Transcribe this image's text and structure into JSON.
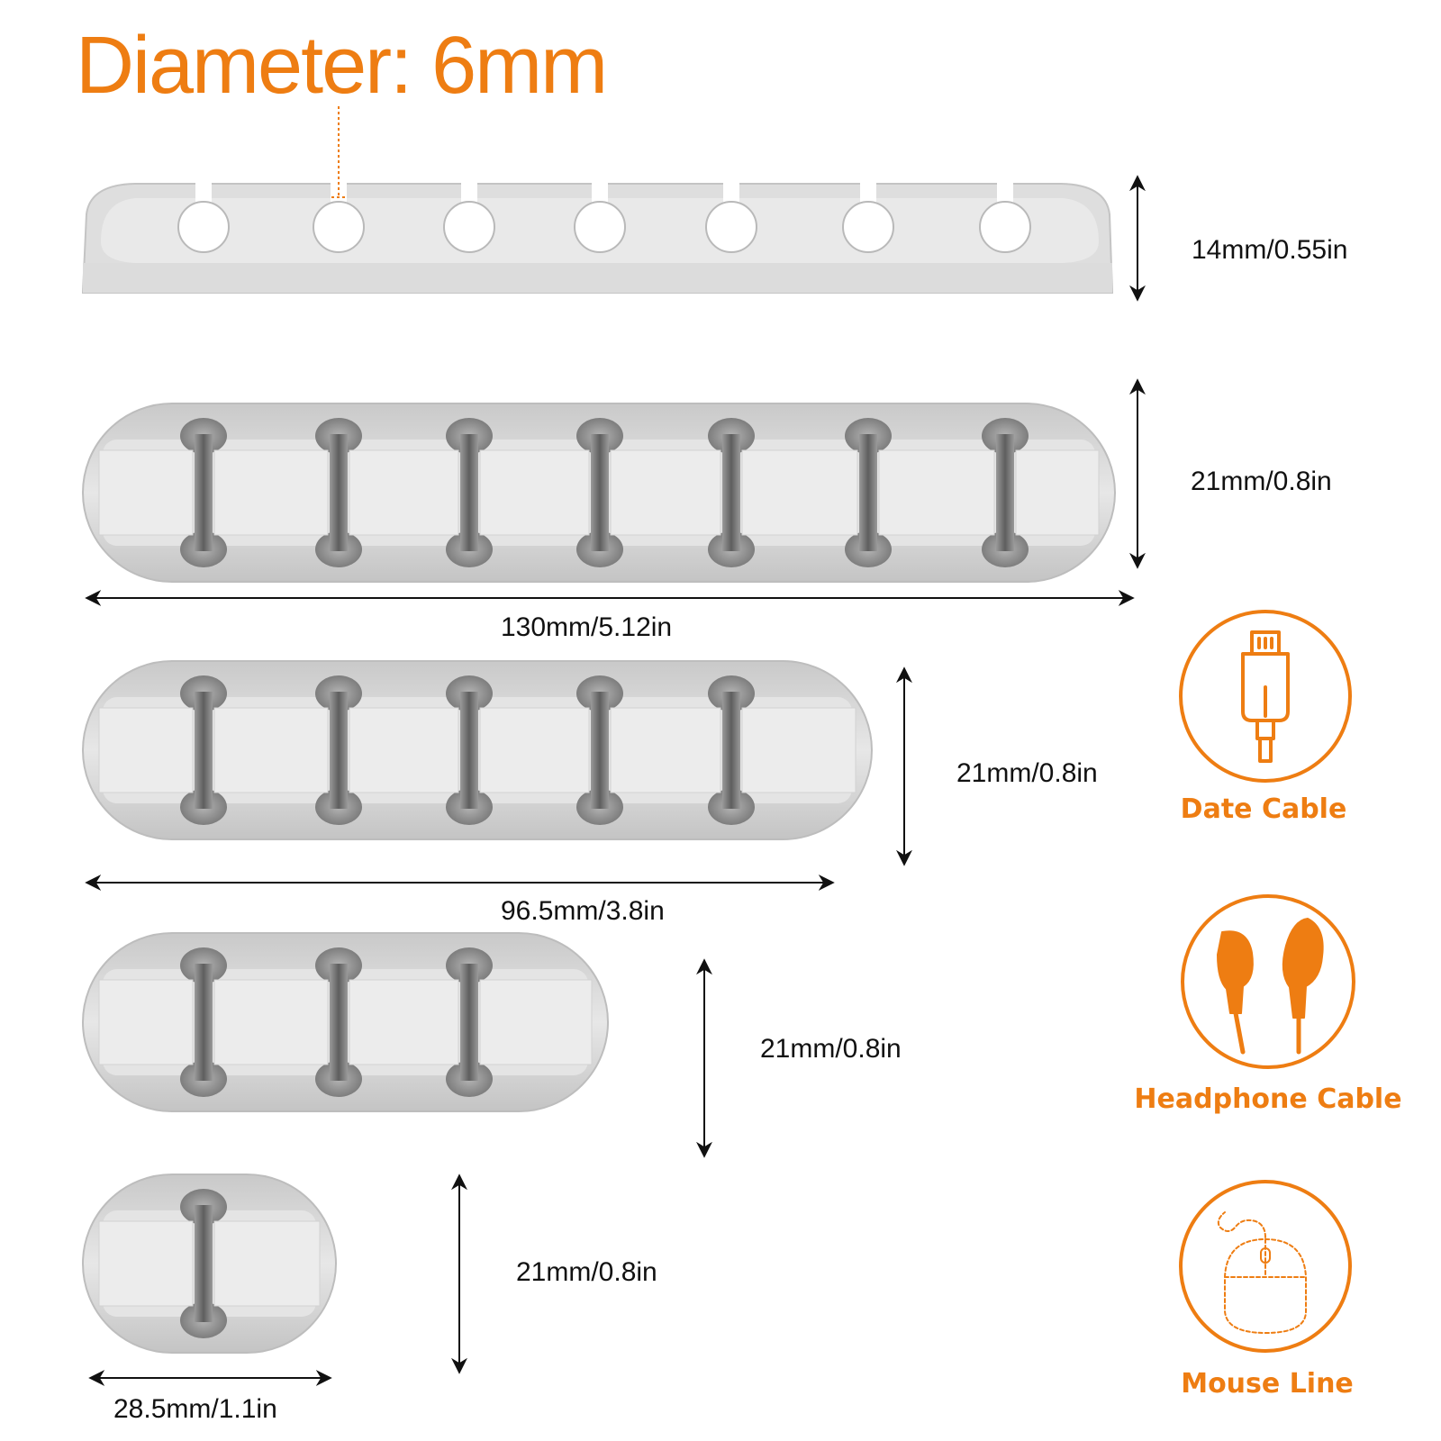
{
  "title": "Diameter: 6mm",
  "dimensions": {
    "height_side": "14mm/0.55in",
    "height_7slot": "21mm/0.8in",
    "length_7slot": "130mm/5.12in",
    "height_5slot": "21mm/0.8in",
    "length_5slot": "96.5mm/3.8in",
    "height_3slot": "21mm/0.8in",
    "height_1slot": "21mm/0.8in",
    "length_1slot": "28.5mm/1.1in"
  },
  "icons": [
    {
      "icon": "usb-cable-icon",
      "label": "Date Cable"
    },
    {
      "icon": "headphones-icon",
      "label": "Headphone Cable"
    },
    {
      "icon": "mouse-icon",
      "label": "Mouse Line"
    }
  ],
  "colors": {
    "accent": "#ee7d12",
    "product": "#e2e2e2",
    "product_dark": "#6f6f6f",
    "text": "#111111"
  }
}
